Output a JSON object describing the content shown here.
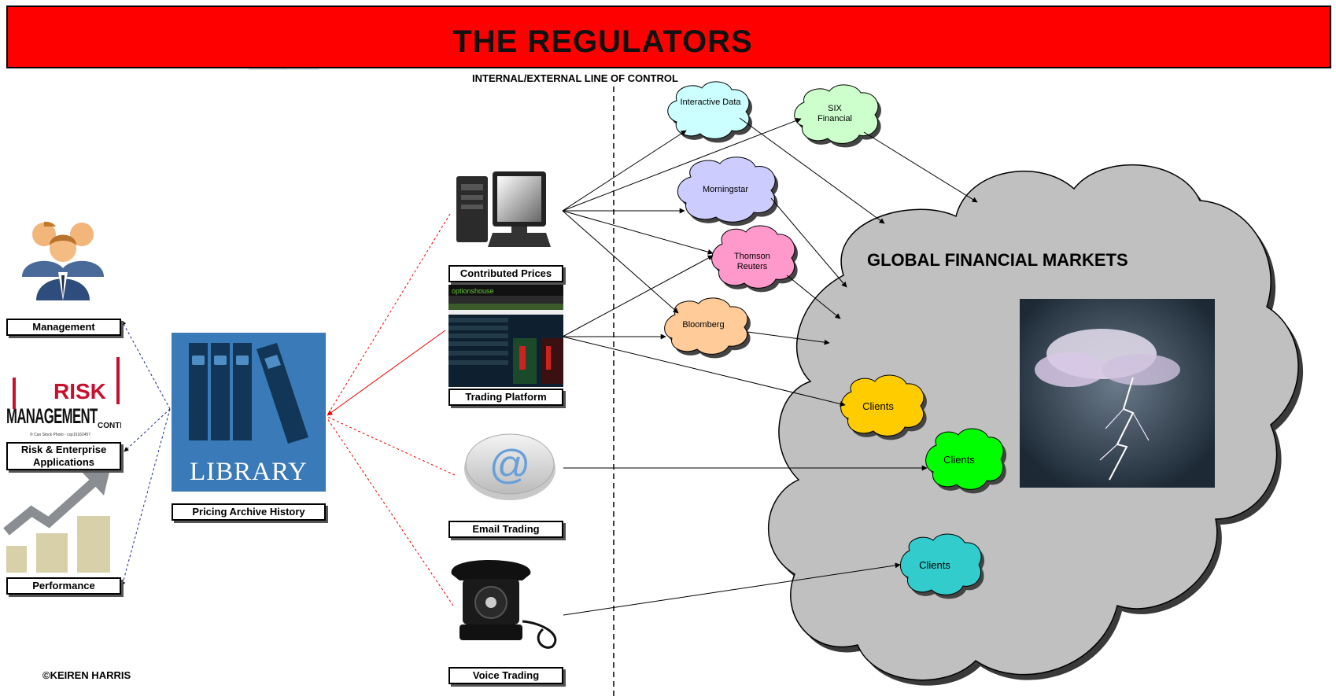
{
  "banner": {
    "title": "THE REGULATORS",
    "color": "#ff0000"
  },
  "control_line_label": "INTERNAL/EXTERNAL LINE OF CONTROL",
  "copyright": "©KEIREN HARRIS",
  "left_labels": {
    "management": "Management",
    "risk_applications": "Risk & Enterprise Applications",
    "performance": "Performance"
  },
  "risk_wordcloud": {
    "risk": "RISK",
    "management": "MANAGEMENT",
    "control": "CONTROL",
    "credit": "© Can Stock Photo - csp15162457"
  },
  "library": {
    "image_text": "LIBRARY",
    "label": "Pricing Archive History"
  },
  "channels": {
    "contributed": "Contributed Prices",
    "trading": "Trading Platform",
    "email": "Email Trading",
    "voice": "Voice Trading"
  },
  "trading_screenshot": {
    "logo": "optionshouse"
  },
  "vendors": [
    {
      "name": "Interactive Data",
      "color": "#ccffff"
    },
    {
      "name": "SIX Financial",
      "color": "#ccffcc"
    },
    {
      "name": "Morningstar",
      "color": "#ccccff"
    },
    {
      "name": "Thomson Reuters",
      "color": "#ff99cc"
    },
    {
      "name": "Bloomberg",
      "color": "#ffcc99"
    }
  ],
  "global_markets": {
    "title": "GLOBAL FINANCIAL MARKETS",
    "cloud_color": "#c0c0c0"
  },
  "clients": [
    {
      "label": "Clients",
      "color": "#ffcc00"
    },
    {
      "label": "Clients",
      "color": "#00ff00"
    },
    {
      "label": "Clients",
      "color": "#33cccc"
    }
  ]
}
